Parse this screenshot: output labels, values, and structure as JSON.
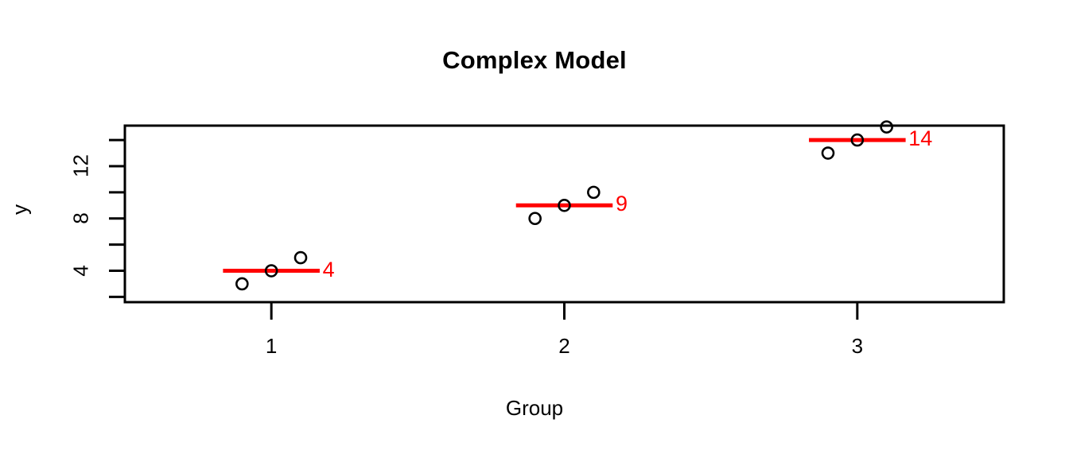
{
  "chart_data": {
    "type": "scatter",
    "title": "Complex Model",
    "xlabel": "Group",
    "ylabel": "y",
    "grid": false,
    "legend": null,
    "categories": [
      "1",
      "2",
      "3"
    ],
    "x_tick_labels": [
      "1",
      "2",
      "3"
    ],
    "y_tick_labels": [
      "4",
      "8",
      "12"
    ],
    "y_ticks_all": [
      2,
      4,
      6,
      8,
      10,
      12,
      14
    ],
    "xlim": [
      0.5,
      3.5
    ],
    "ylim": [
      1.6,
      15.1
    ],
    "point_color": "#000000",
    "mean_color": "#ff0000",
    "series": [
      {
        "name": "Group 1",
        "group": 1,
        "mean": 4,
        "mean_label": "4",
        "points": [
          {
            "x": 0.9,
            "y": 3
          },
          {
            "x": 1.0,
            "y": 4
          },
          {
            "x": 1.1,
            "y": 5
          }
        ]
      },
      {
        "name": "Group 2",
        "group": 2,
        "mean": 9,
        "mean_label": "9",
        "points": [
          {
            "x": 1.9,
            "y": 8
          },
          {
            "x": 2.0,
            "y": 9
          },
          {
            "x": 2.1,
            "y": 10
          }
        ]
      },
      {
        "name": "Group 3",
        "group": 3,
        "mean": 14,
        "mean_label": "14",
        "points": [
          {
            "x": 2.9,
            "y": 13
          },
          {
            "x": 3.0,
            "y": 14
          },
          {
            "x": 3.1,
            "y": 15
          }
        ]
      }
    ]
  }
}
